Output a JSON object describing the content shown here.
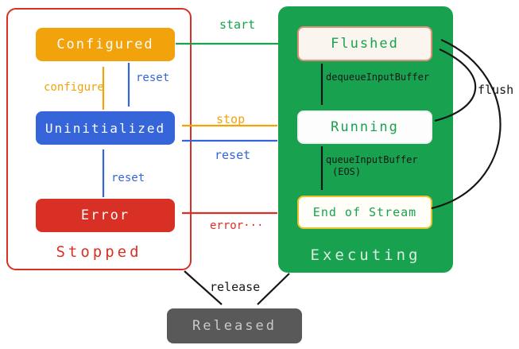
{
  "groups": {
    "stopped": {
      "label": "Stopped"
    },
    "executing": {
      "label": "Executing"
    }
  },
  "states": {
    "configured": "Configured",
    "uninitialized": "Uninitialized",
    "error": "Error",
    "flushed": "Flushed",
    "running": "Running",
    "end_of_stream": "End of Stream",
    "released": "Released"
  },
  "transitions": {
    "start": "start",
    "configure": "configure",
    "reset_configured_to_uninitialized": "reset",
    "stop": "stop",
    "reset_executing_to_uninitialized": "reset",
    "reset_error_to_uninitialized": "reset",
    "error": "error···",
    "dequeue_input_buffer": "dequeueInputBuffer",
    "queue_input_buffer": "queueInputBuffer",
    "queue_input_buffer_eos": "(EOS)",
    "flush": "flush",
    "release": "release"
  },
  "colors": {
    "orange": "#F2A30B",
    "blue": "#3565D9",
    "red": "#D93025",
    "green": "#18A24F",
    "released_gray": "#595959",
    "flushed_border": "#DC9078",
    "end_of_stream_border": "#E6C42E",
    "black_arrow": "#161616"
  }
}
